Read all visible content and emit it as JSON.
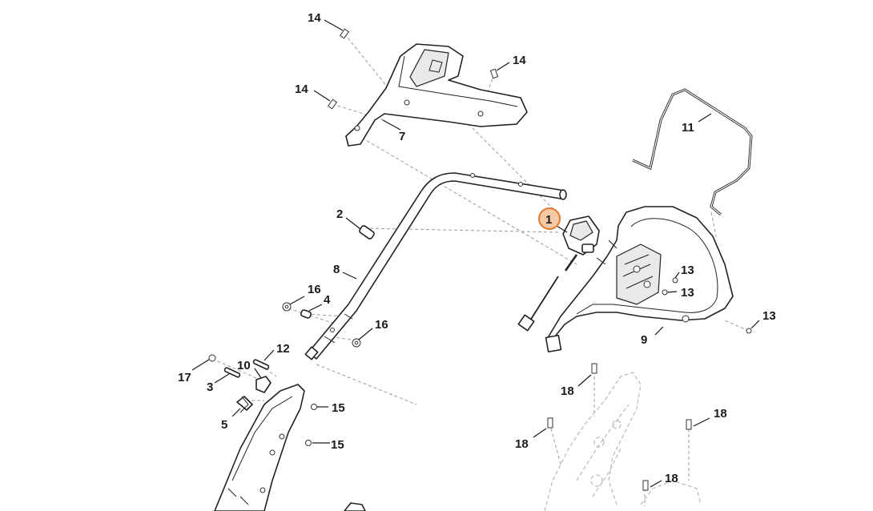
{
  "diagram": {
    "accent_color": "#e07a2e",
    "highlighted_callout": "1",
    "callouts": [
      {
        "key": "14a",
        "text": "14"
      },
      {
        "key": "14b",
        "text": "14"
      },
      {
        "key": "14c",
        "text": "14"
      },
      {
        "key": "7",
        "text": "7"
      },
      {
        "key": "11",
        "text": "11"
      },
      {
        "key": "1",
        "text": "1"
      },
      {
        "key": "2",
        "text": "2"
      },
      {
        "key": "8",
        "text": "8"
      },
      {
        "key": "13a",
        "text": "13"
      },
      {
        "key": "13b",
        "text": "13"
      },
      {
        "key": "13c",
        "text": "13"
      },
      {
        "key": "16a",
        "text": "16"
      },
      {
        "key": "4",
        "text": "4"
      },
      {
        "key": "16b",
        "text": "16"
      },
      {
        "key": "9",
        "text": "9"
      },
      {
        "key": "12",
        "text": "12"
      },
      {
        "key": "10",
        "text": "10"
      },
      {
        "key": "17",
        "text": "17"
      },
      {
        "key": "3",
        "text": "3"
      },
      {
        "key": "18a",
        "text": "18"
      },
      {
        "key": "15a",
        "text": "15"
      },
      {
        "key": "5",
        "text": "5"
      },
      {
        "key": "18b",
        "text": "18"
      },
      {
        "key": "15b",
        "text": "15"
      },
      {
        "key": "18c",
        "text": "18"
      },
      {
        "key": "18d",
        "text": "18"
      }
    ]
  }
}
